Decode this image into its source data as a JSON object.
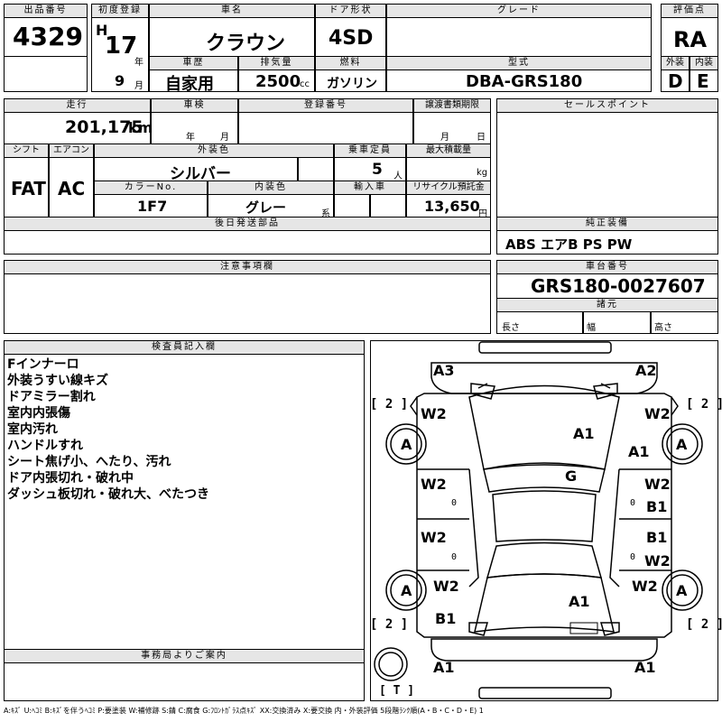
{
  "labels": {
    "lot": "出品番号",
    "first_reg": "初度登録",
    "name": "車名",
    "door": "ドア形状",
    "grade": "グレード",
    "score": "評価点",
    "history": "車歴",
    "displacement": "排気量",
    "fuel": "燃料",
    "model": "型式",
    "exterior": "外装",
    "interior": "内装",
    "mileage": "走行",
    "inspection": "車検",
    "registration": "登録番号",
    "transfer": "譲渡書類期限",
    "sales_points": "セールスポイント",
    "shift": "シフト",
    "ac": "エアコン",
    "ext_color": "外装色",
    "capacity": "乗車定員",
    "max_load": "最大積載量",
    "color_no": "カラーNo.",
    "int_color": "内装色",
    "import": "輸入車",
    "recycle": "リサイクル預託金",
    "later_parts": "後日発送部品",
    "genuine": "純正装備",
    "caution": "注意事項欄",
    "chassis": "車台番号",
    "dimensions": "諸元",
    "length": "長さ",
    "width": "幅",
    "height": "高さ",
    "inspector": "検査員記入欄",
    "office": "事務局よりご案内"
  },
  "units": {
    "year": "年",
    "month": "月",
    "cc": "cc",
    "km": "km",
    "person": "人",
    "kg": "kg",
    "kei": "系",
    "yen": "円"
  },
  "values": {
    "lot": "4329",
    "era": "H",
    "year": "17",
    "month": "9",
    "name": "クラウン",
    "door": "4SD",
    "grade": "",
    "score": "RA",
    "history": "自家用",
    "displacement": "2500",
    "fuel": "ガソリン",
    "model": "DBA-GRS180",
    "exterior": "D",
    "interior": "E",
    "mileage": "201,175",
    "shift": "FAT",
    "ac": "AC",
    "ext_color": "シルバー",
    "capacity": "5",
    "color_no": "1F7",
    "int_color": "グレー",
    "recycle": "13,650",
    "genuine": "ABS エアB PS PW",
    "chassis": "GRS180-0027607"
  },
  "notes": [
    "Fインナーロ",
    "外装うすい線キズ",
    "ドアミラー割れ",
    "室内内張傷",
    "室内汚れ",
    "ハンドルすれ",
    "シート焦げ小、へたり、汚れ",
    "ドア内張切れ・破れ中",
    "ダッシュ板切れ・破れ大、べたつき"
  ],
  "damage": {
    "A3": "A3",
    "A2": "A2",
    "W2": "W2",
    "A1": "A1",
    "A": "A",
    "G": "G",
    "B1": "B1",
    "bracket2": "[ 2 ]",
    "zero": "0",
    "T": "[ T ]"
  },
  "footer": "A:ｷｽﾞ U:ﾍｺﾐ B:ｷｽﾞを伴うﾍｺﾐ P:要塗装 W:補修跡 S:錆 C:腐食 G:ﾌﾛﾝﾄｶﾞﾗｽ点ｷｽﾞ XX:交換済み X:要交換 内・外装評価 5段階ﾗﾝｸ順(A・B・C・D・E) 1"
}
